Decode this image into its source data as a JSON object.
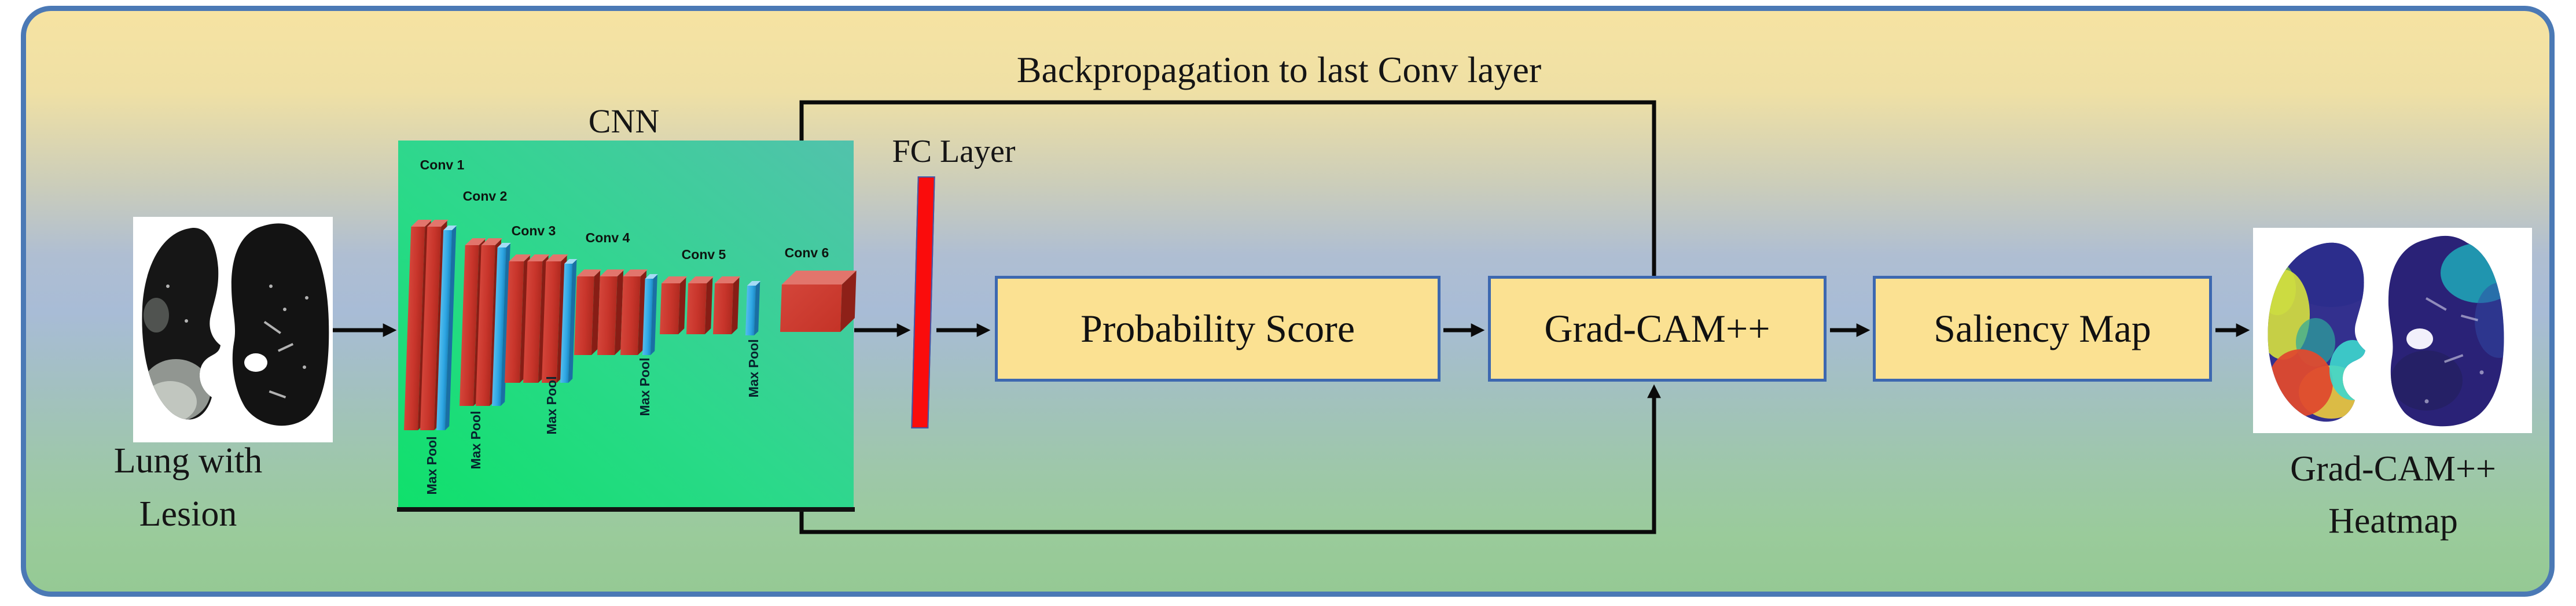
{
  "figure": {
    "backprop_label": "Backpropagation to last Conv layer",
    "input_caption": [
      "Lung with",
      "Lesion"
    ],
    "cnn_title": "CNN",
    "conv_layers": [
      {
        "label": "Conv 1",
        "pool": "Max Pool"
      },
      {
        "label": "Conv 2",
        "pool": "Max Pool"
      },
      {
        "label": "Conv 3",
        "pool": "Max Pool"
      },
      {
        "label": "Conv 4",
        "pool": "Max Pool"
      },
      {
        "label": "Conv 5",
        "pool": "Max Pool"
      },
      {
        "label": "Conv 6",
        "pool": ""
      }
    ],
    "fc_label": "FC Layer",
    "pipeline_boxes": [
      "Probability Score",
      "Grad-CAM++",
      "Saliency Map"
    ],
    "output_caption": [
      "Grad-CAM++",
      "Heatmap"
    ],
    "colors": {
      "frame_border": "#4B79B5",
      "background_top": "#F6E3A2",
      "background_middle": "#A8BCD6",
      "background_bottom": "#95C994",
      "cnn_green_bright": "#0FE06B",
      "cnn_green_teal": "#52C2AC",
      "conv_red": "#C8352B",
      "pool_blue": "#2EA7E4",
      "fc_red": "#FA0C0C",
      "box_fill": "#FBE192",
      "box_border": "#3D68B0",
      "line_color": "#0A0A0A"
    }
  }
}
